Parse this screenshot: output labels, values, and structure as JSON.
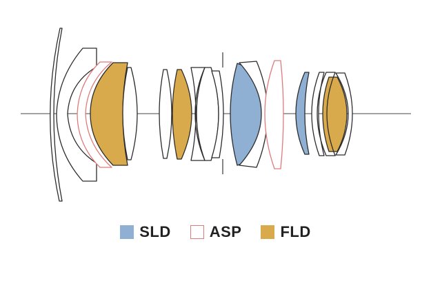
{
  "colors": {
    "outline": "#2b2b2b",
    "sld_fill": "#8fb0d3",
    "asp_stroke": "#e07a7a",
    "fld_fill": "#d9aa4b"
  },
  "legend": [
    {
      "key": "sld",
      "label": "SLD",
      "color": "#8fb0d3",
      "style": "filled"
    },
    {
      "key": "asp",
      "label": "ASP",
      "color": "#e07a7a",
      "style": "outline"
    },
    {
      "key": "fld",
      "label": "FLD",
      "color": "#d9aa4b",
      "style": "filled"
    }
  ]
}
